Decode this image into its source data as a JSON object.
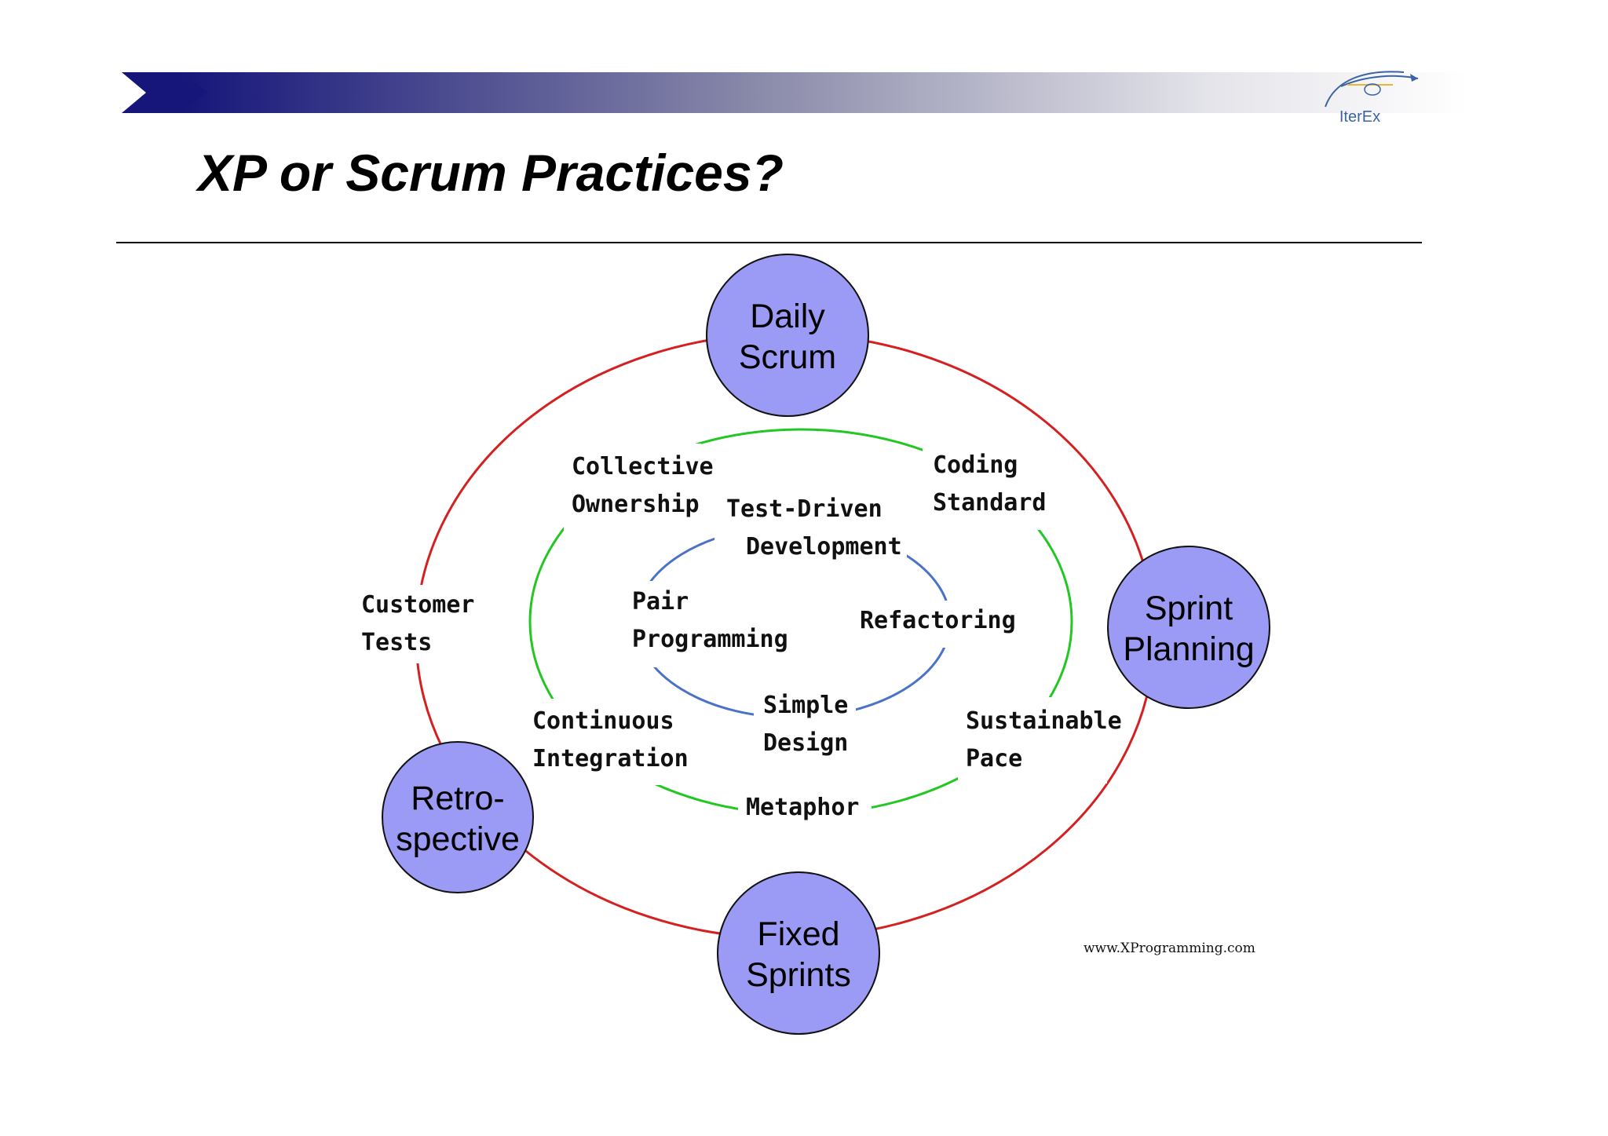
{
  "header": {
    "logo_text": "IterEx",
    "title": "XP or Scrum Practices?"
  },
  "diagram": {
    "scrum_practices": [
      {
        "line1": "Daily",
        "line2": "Scrum"
      },
      {
        "line1": "Sprint",
        "line2": "Planning"
      },
      {
        "line1": "Fixed",
        "line2": "Sprints"
      },
      {
        "line1": "Retro-",
        "line2": "spective"
      }
    ],
    "outer_practices": [
      {
        "line1": "Customer",
        "line2": "Tests"
      }
    ],
    "team_practices": [
      {
        "line1": "Collective",
        "line2": "Ownership"
      },
      {
        "line1": "Coding",
        "line2": "Standard"
      },
      {
        "line1": "Sustainable",
        "line2": "Pace"
      },
      {
        "line1": "Continuous",
        "line2": "Integration"
      },
      {
        "line1": "Metaphor",
        "line2": ""
      }
    ],
    "core_practices": [
      {
        "line1": "Test-Driven",
        "line2": "Development"
      },
      {
        "line1": "Pair",
        "line2": "Programming"
      },
      {
        "line1": "Refactoring",
        "line2": ""
      },
      {
        "line1": "Simple",
        "line2": "Design"
      }
    ],
    "source": "www.XProgramming.com"
  },
  "colors": {
    "banner_start": "#15157a",
    "outer_ring": "#d42020",
    "middle_ring": "#22c722",
    "inner_ring": "#4a72c8",
    "circle_fill": "#9b9bf5",
    "logo_text": "#3a62a6"
  }
}
